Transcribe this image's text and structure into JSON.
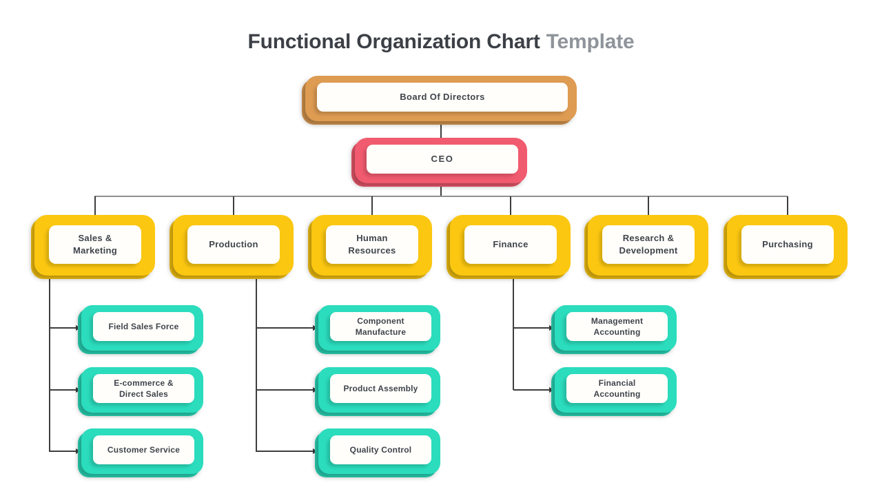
{
  "title": {
    "main": "Functional Organization Chart",
    "accent": "Template"
  },
  "colors": {
    "orange": "#DE9B52",
    "red": "#F15B6F",
    "yellow": "#FBC711",
    "teal": "#2BDCBD",
    "inner_bg": "#FFFEFA",
    "label_text": "#3F444B",
    "line": "#3D3D3D",
    "line_light": "#8F8F8F",
    "title_main": "#3C4046",
    "title_accent": "#8F949B"
  },
  "org": {
    "board": "Board Of Directors",
    "ceo": "CEO",
    "departments": [
      "Sales & Marketing",
      "Production",
      "Human Resources",
      "Finance",
      "Research & Development",
      "Purchasing"
    ],
    "sales_marketing_children": [
      "Field Sales Force",
      "E-commerce & Direct Sales",
      "Customer Service"
    ],
    "production_children": [
      "Component Manufacture",
      "Product Assembly",
      "Quality Control"
    ],
    "finance_children": [
      "Management Accounting",
      "Financial Accounting"
    ]
  }
}
